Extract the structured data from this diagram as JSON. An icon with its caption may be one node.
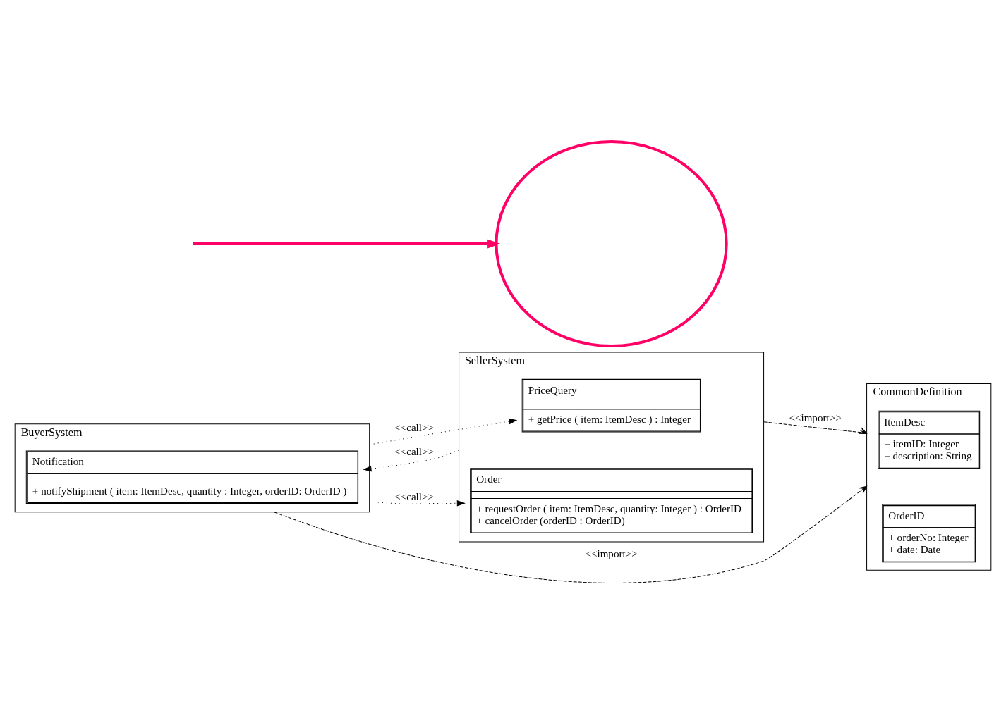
{
  "diagram": {
    "nodes": [
      {
        "text": [
          "BuyerSystem"
        ]
      },
      {
        "text": [
          "Notification",
          "+ notifyShipment ( item: ItemDesc, quantity : Integer, orderID: OrderID )"
        ],
        "in": 0
      },
      {
        "text": [
          "SellerSystem"
        ]
      },
      {
        "text": [
          "PriceQuery",
          "+ getPrice ( item: ItemDesc ) : Integer"
        ],
        "in": 2
      },
      {
        "text": [
          "Order",
          "+ requestOrder ( item: ItemDesc, quantity: Integer ) : OrderID",
          "+ cancelOrder (orderID : OrderID)"
        ],
        "in": 2
      },
      {
        "text": [
          "CommonDefinition"
        ]
      },
      {
        "text": [
          "ItemDesc",
          "+ itemID: Integer",
          "+ description: String"
        ],
        "in": 5
      },
      {
        "text": [
          "OrderID",
          "+ orderNo: Integer",
          "+ date: Date"
        ],
        "in": 5
      },
      {
        "text": [],
        "shape": "circle"
      }
    ],
    "edges": [
      {
        "from": 0,
        "to": 3,
        "arrow": "to",
        "label": "<<call>>",
        "style": "dashed"
      },
      {
        "from": 0,
        "to": 4,
        "arrow": "to",
        "label": "<<call>>",
        "style": "dashed"
      },
      {
        "from": 2,
        "to": 1,
        "arrow": "to",
        "label": "<<call>>",
        "style": "dashed"
      },
      {
        "from": 0,
        "to": 5,
        "arrow": "to",
        "label": "<<import>>",
        "style": "dashed"
      },
      {
        "from": 2,
        "to": 5,
        "arrow": "to",
        "label": "<<import>>",
        "style": "dashed"
      },
      {
        "from": null,
        "to": 8,
        "arrow": "to",
        "style": "thick",
        "color": "#ff0066"
      }
    ]
  }
}
